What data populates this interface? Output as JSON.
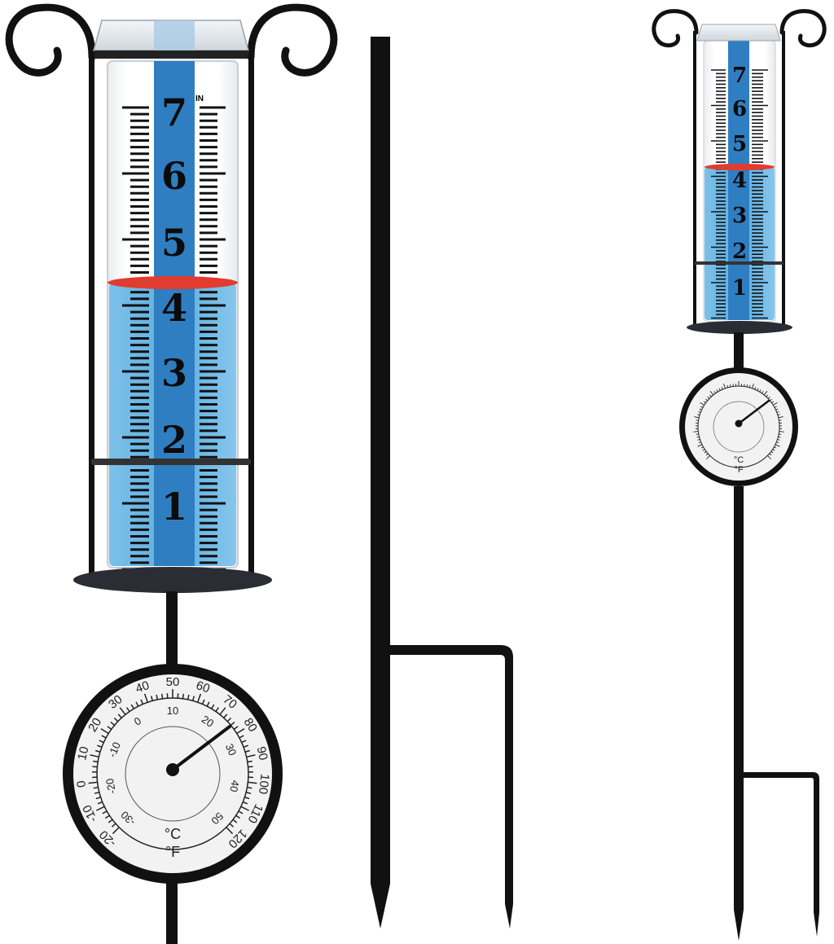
{
  "product": {
    "name": "Rain gauge with thermometer garden stake",
    "colors": {
      "frame": "#111111",
      "water": "#5fb0e0",
      "scale_band": "#2f7ec2",
      "water_line": "#e23b30",
      "tube": "#f4f6f8",
      "dial_face": "#f2f2f2"
    }
  },
  "gauge_large": {
    "unit_label": "IN",
    "scale_numbers": [
      "7",
      "6",
      "5",
      "4",
      "3",
      "2",
      "1"
    ],
    "water_level": "4"
  },
  "thermometer_large": {
    "fahrenheit_ticks": [
      "-20",
      "-10",
      "0",
      "10",
      "20",
      "30",
      "40",
      "50",
      "60",
      "70",
      "80",
      "90",
      "100",
      "110",
      "120"
    ],
    "celsius_ticks": [
      "-30",
      "-20",
      "-10",
      "0",
      "10",
      "20",
      "30",
      "40",
      "50"
    ],
    "unit_celsius": "°C",
    "unit_fahrenheit": "°F",
    "needle_reading_f": "80"
  },
  "stake": {
    "label": "ground stake"
  },
  "gauge_small": {
    "scale_numbers": [
      "7",
      "6",
      "5",
      "4",
      "3",
      "2",
      "1"
    ],
    "water_level": "4",
    "unit_celsius": "°C",
    "unit_fahrenheit": "°F"
  }
}
